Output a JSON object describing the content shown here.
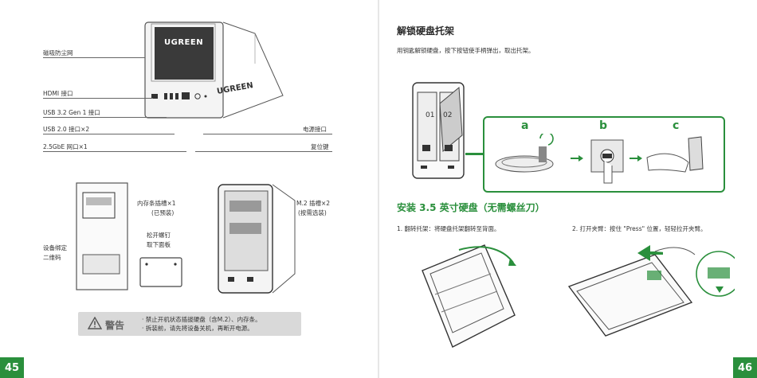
{
  "left": {
    "page_number": "45",
    "labels": {
      "dust_filter": "磁吸防尘网",
      "hdmi": "HDMI 接口",
      "usb32": "USB 3.2 Gen 1 接口",
      "usb20": "USB 2.0 接口×2",
      "lan": "2.5GbE 网口×1",
      "power": "电源接口",
      "reset": "复位键",
      "memory_slot": "内存条插槽×1",
      "memory_preinstalled": "(已预装)",
      "m2_slot": "M.2 插槽×2",
      "m2_optional": "(按需选装)",
      "loosen_screw": "松开螺钉",
      "remove_panel": "取下面板",
      "bind_code": "设备绑定",
      "qr_code": "二维码"
    },
    "brand": "UGREEN",
    "warning": {
      "title": "警告",
      "lines": [
        "· 禁止开机状态插拔硬盘（含M.2）、内存条。",
        "· 拆装前，请先将设备关机，再断开电源。"
      ]
    }
  },
  "right": {
    "page_number": "46",
    "unlock_title": "解锁硬盘托架",
    "unlock_desc": "用钥匙解锁硬盘，按下按钮使手柄弹出，取出托架。",
    "step_labels": [
      "a",
      "b",
      "c"
    ],
    "bay_labels": [
      "01",
      "02"
    ],
    "install_title": "安装 3.5 英寸硬盘（无需螺丝刀）",
    "step1": "1. 翻转托架：将硬盘托架翻转至背面。",
    "step2": "2. 打开夹臂：按住 \"Press\" 位置，轻轻拉开夹臂。"
  },
  "colors": {
    "accent": "#2a8f3c",
    "warning_bg": "#d9d9d9"
  }
}
